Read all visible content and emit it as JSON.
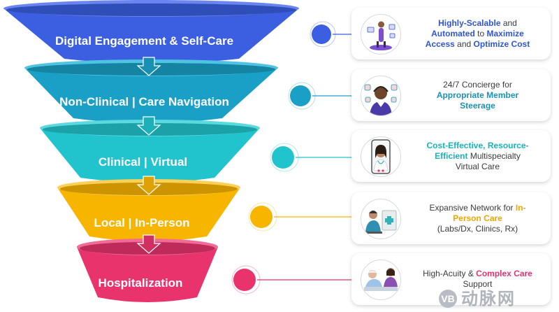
{
  "funnel": {
    "tiers": [
      {
        "label": "Digital Engagement & Self-Care",
        "color": "#3b5fe0",
        "rim": "#6a85f0"
      },
      {
        "label": "Non-Clinical | Care Navigation",
        "color": "#1aa0c6",
        "rim": "#4fc3e2"
      },
      {
        "label": "Clinical | Virtual",
        "color": "#21c4cc",
        "rim": "#5ad9df"
      },
      {
        "label": "Local | In-Person",
        "color": "#f7b500",
        "rim": "#fcd055"
      },
      {
        "label": "Hospitalization",
        "color": "#e8336d",
        "rim": "#f26b96"
      }
    ]
  },
  "callouts": [
    {
      "illustration": "person-with-devices-icon",
      "accent": "#2f55d4",
      "lines": [
        [
          {
            "t": "Highly-Scalable",
            "h": true
          },
          {
            "t": " and"
          }
        ],
        [
          {
            "t": "Automated",
            "h": true
          },
          {
            "t": " to "
          },
          {
            "t": "Maximize",
            "h": true
          }
        ],
        [
          {
            "t": "Access",
            "h": true
          },
          {
            "t": " and "
          },
          {
            "t": "Optimize Cost",
            "h": true
          }
        ]
      ]
    },
    {
      "illustration": "concierge-agent-icon",
      "accent": "#1a92b8",
      "lines": [
        [
          {
            "t": "24/7 Concierge for"
          }
        ],
        [
          {
            "t": "Appropriate Member",
            "h": true
          }
        ],
        [
          {
            "t": "Steerage",
            "h": true
          }
        ]
      ]
    },
    {
      "illustration": "virtual-doctor-phone-icon",
      "accent": "#17b3ba",
      "lines": [
        [
          {
            "t": "Cost-Effective, Resource-",
            "h": true
          }
        ],
        [
          {
            "t": "Efficient",
            "h": true
          },
          {
            "t": " Multispecialty"
          }
        ],
        [
          {
            "t": "Virtual Care"
          }
        ]
      ]
    },
    {
      "illustration": "clinic-visit-icon",
      "accent": "#f0a500",
      "lines": [
        [
          {
            "t": "Expansive Network for "
          },
          {
            "t": "In-",
            "h": true
          }
        ],
        [
          {
            "t": "Person Care",
            "h": true
          }
        ],
        [
          {
            "t": "(Labs/Dx, Clinics, Rx)"
          }
        ]
      ]
    },
    {
      "illustration": "hospital-patient-icon",
      "accent": "#e8336d",
      "lines": [
        [
          {
            "t": "High-Acuity & "
          },
          {
            "t": "Complex Care",
            "h": true
          }
        ],
        [
          {
            "t": "Support"
          }
        ]
      ]
    }
  ],
  "watermark": {
    "badge": "VB",
    "text": "动脉网"
  }
}
